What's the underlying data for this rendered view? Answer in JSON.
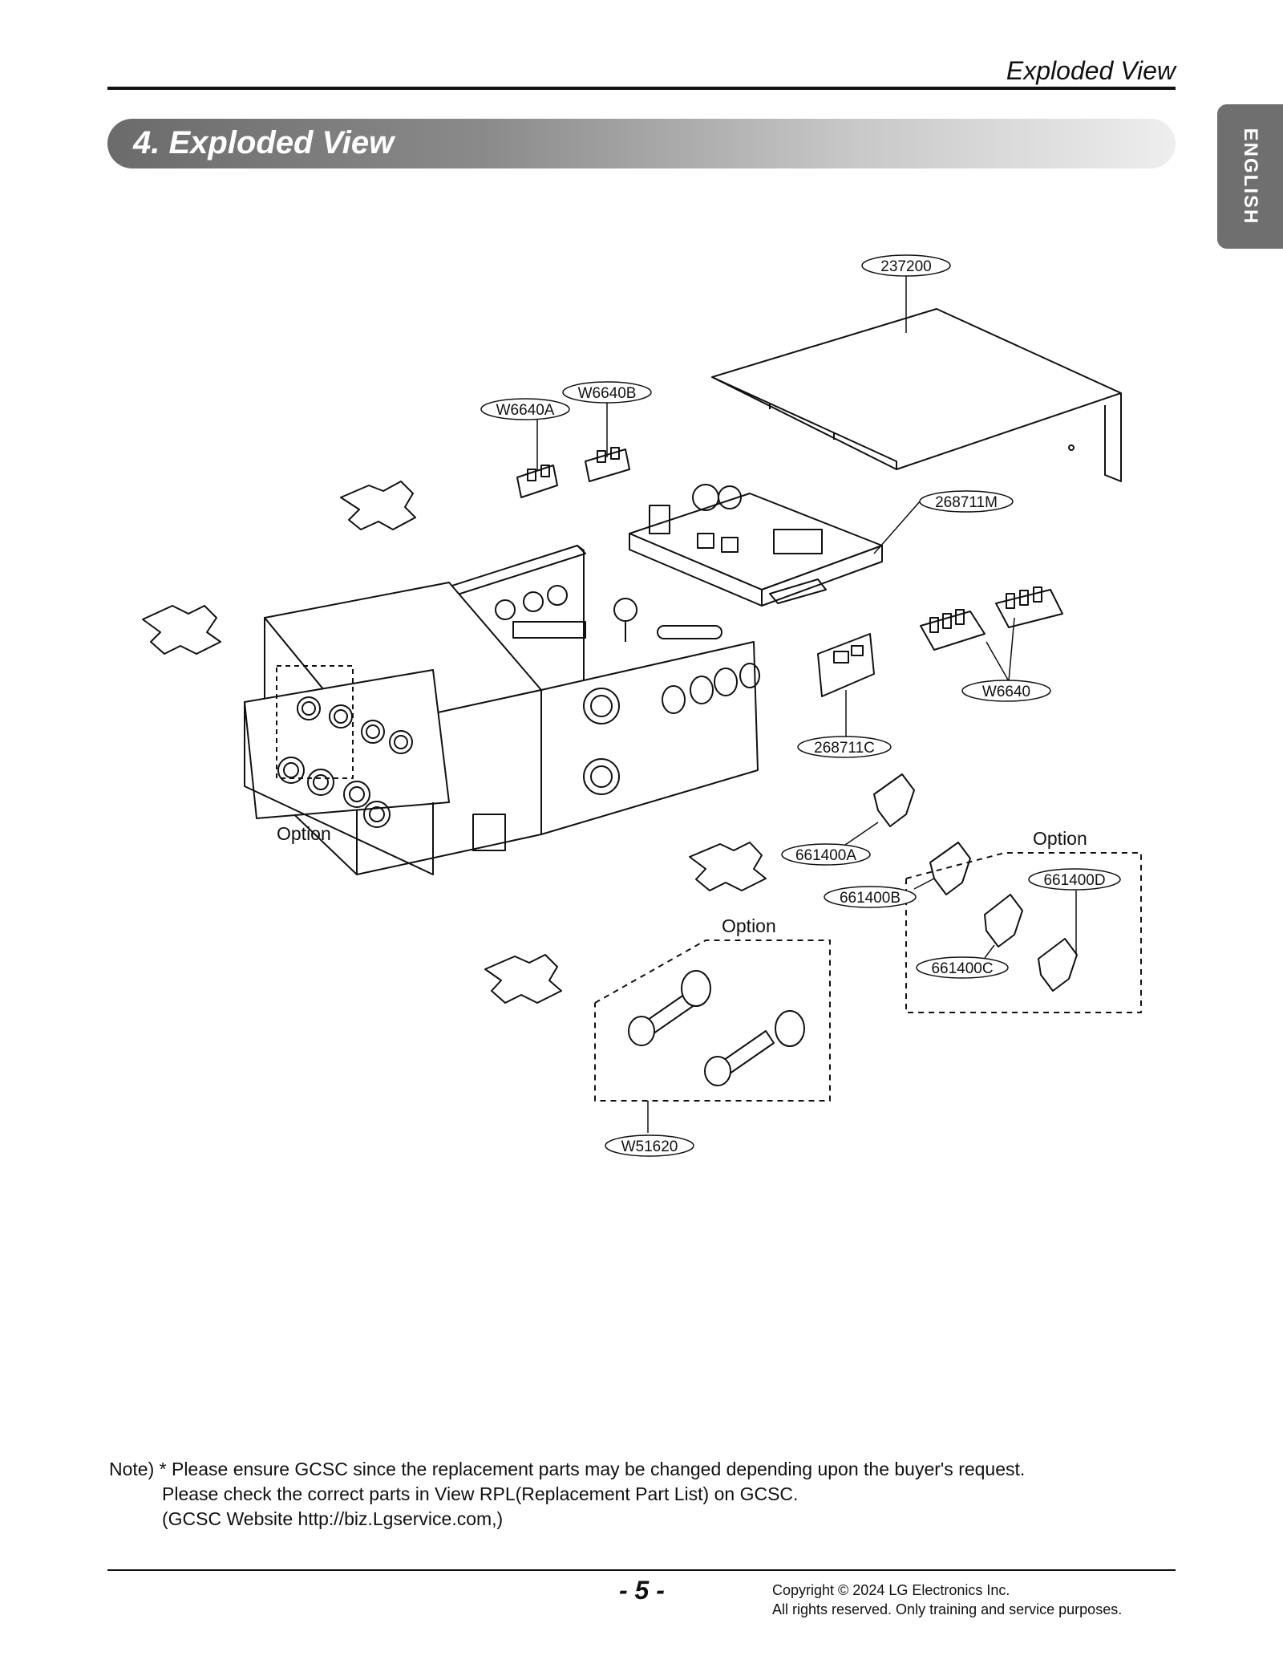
{
  "header": {
    "title": "Exploded View",
    "language_tab": "ENGLISH"
  },
  "section": {
    "title": "4. Exploded View"
  },
  "diagram": {
    "callouts": [
      "237200",
      "W6640B",
      "W6640A",
      "268711M",
      "W6640",
      "268711C",
      "661400A",
      "661400B",
      "661400D",
      "661400C",
      "W51620"
    ],
    "option_labels": [
      "Option",
      "Option",
      "Option"
    ]
  },
  "note": {
    "line1": "Note) * Please ensure GCSC since the replacement parts may be changed depending upon the buyer's request.",
    "line2": "Please check  the correct parts in View RPL(Replacement Part List) on GCSC.",
    "line3": "(GCSC Website  http://biz.Lgservice.com,)"
  },
  "footer": {
    "page_number": "- 5 -",
    "copyright_line1": "Copyright © 2024 LG Electronics Inc.",
    "copyright_line2": "All rights reserved. Only training and service purposes."
  }
}
